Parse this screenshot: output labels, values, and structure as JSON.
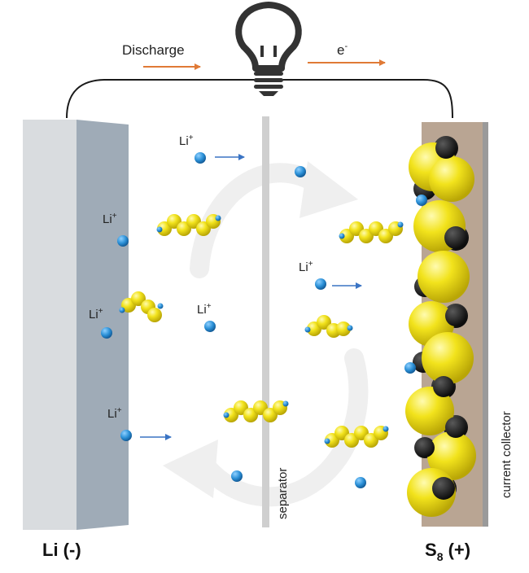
{
  "labels": {
    "discharge": "Discharge",
    "electron": "e",
    "electron_sup": "-",
    "anode": "Li (-)",
    "cathode_main": "S",
    "cathode_sub": "8",
    "cathode_rest": " (+)",
    "separator": "separator",
    "current_collector": "current collector",
    "ion_text": "Li",
    "ion_sup": "+"
  },
  "icons": {
    "bulb": "light-bulb-icon",
    "arrow": "arrow-right-icon"
  },
  "colors": {
    "anode_front": "#d9dcdf",
    "anode_side": "#9fabb7",
    "collector": "#b9a593",
    "collector_edge": "#9a9a9a",
    "separator": "#cfcfcf",
    "sulfur": "#f0e01a",
    "carbon": "#1f1f1f",
    "lithium_ion": "#2a8fd6",
    "arrow_orange": "#e07a36",
    "arrow_blue": "#3a74c4",
    "cycle_arrow": "#efefef"
  }
}
